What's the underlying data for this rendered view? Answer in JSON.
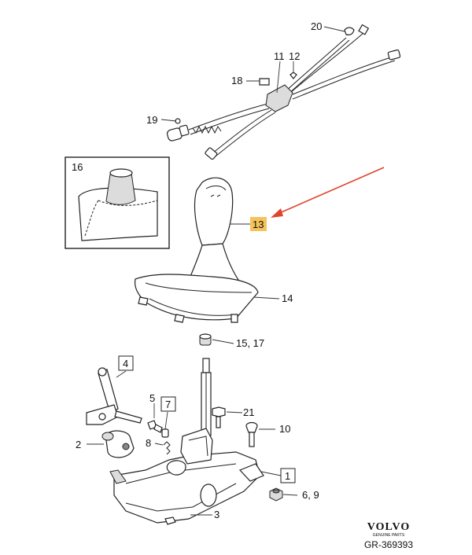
{
  "diagram": {
    "callouts": {
      "p20": "20",
      "p11": "11",
      "p12": "12",
      "p18": "18",
      "p19": "19",
      "p16": "16",
      "p13": "13",
      "p14": "14",
      "p15_17": "15, 17",
      "p4": "4",
      "p5": "5",
      "p7": "7",
      "p21": "21",
      "p10": "10",
      "p2": "2",
      "p8": "8",
      "p1": "1",
      "p6_9": "6, 9",
      "p3": "3"
    },
    "highlight_color": "#f5c35a",
    "arrow_color": "#e0442b",
    "brand": {
      "name": "VOLVO",
      "tagline": "GENUINE PARTS",
      "ref": "GR-369393"
    }
  }
}
